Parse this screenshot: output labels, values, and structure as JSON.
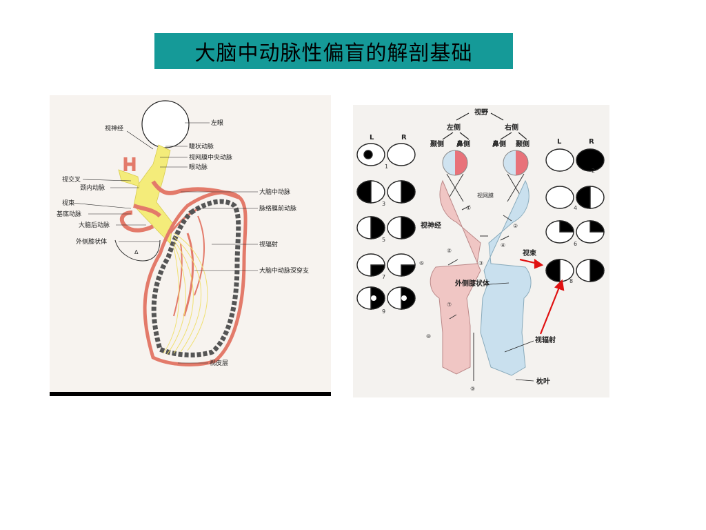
{
  "title": "大脑中动脉性偏盲的解剖基础",
  "left_figure": {
    "labels": {
      "left_eye": "左眼",
      "optic_nerve": "视神经",
      "ciliary_artery": "睫状动脉",
      "central_retinal_artery": "视网膜中央动脉",
      "ophthalmic_artery": "眼动脉",
      "optic_chiasm": "视交叉",
      "internal_carotid": "颈内动脉",
      "middle_cerebral": "大脑中动脉",
      "optic_tract": "视束",
      "anterior_choroidal": "脉络膜前动脉",
      "basilar": "基底动脉",
      "posterior_cerebral": "大脑后动脉",
      "lgb": "外侧膝状体",
      "optic_radiation": "视辐射",
      "mca_deep_branch": "大脑中动脉深穿支",
      "visual_cortex": "视皮层"
    }
  },
  "right_figure": {
    "labels": {
      "visual_field": "视野",
      "left_side": "左侧",
      "right_side": "右侧",
      "temporal": "颞侧",
      "nasal": "鼻侧",
      "retina": "视网膜",
      "optic_nerve": "视神经",
      "optic_tract": "视束",
      "lgb": "外侧膝状体",
      "optic_radiation": "视辐射",
      "occipital": "枕叶",
      "L": "L",
      "R": "R"
    },
    "field_numbers": [
      "1",
      "2",
      "3",
      "4",
      "5",
      "6",
      "7",
      "8",
      "9"
    ],
    "path_numbers": [
      "①",
      "②",
      "③",
      "④",
      "⑤",
      "⑥",
      "⑦",
      "⑧",
      "⑨"
    ]
  }
}
